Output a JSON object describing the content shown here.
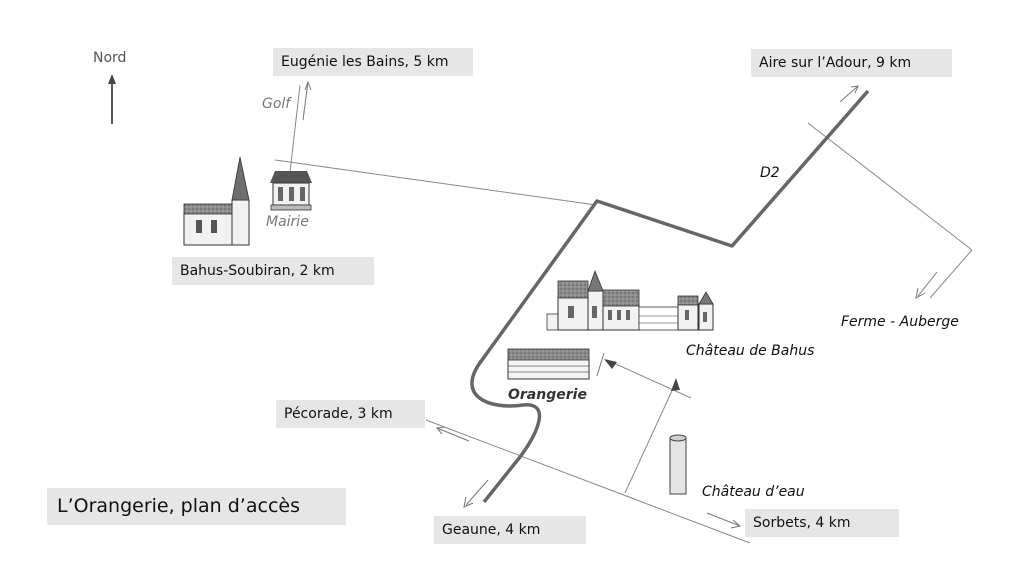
{
  "title": "L’Orangerie, plan d’accès",
  "north": "Nord",
  "destinations": {
    "eugenie": "Eugénie les Bains, 5 km",
    "aire": "Aire sur l’Adour, 9 km",
    "bahus_soubiran": "Bahus-Soubiran, 2 km",
    "pecorade": "Pécorade, 3 km",
    "geaune": "Geaune, 4 km",
    "sorbets": "Sorbets, 4 km"
  },
  "places": {
    "golf": "Golf",
    "mairie": "Mairie",
    "road": "D2",
    "ferme": "Ferme - Auberge",
    "chateau_bahus": "Château de Bahus",
    "orangerie": "Orangerie",
    "chateau_eau": "Château d’eau"
  },
  "colors": {
    "road": "#666666",
    "thin_road": "#888888",
    "label_bg": "#e6e6e6",
    "roof": "#8a8a8a",
    "wall": "#f2f2f2"
  }
}
